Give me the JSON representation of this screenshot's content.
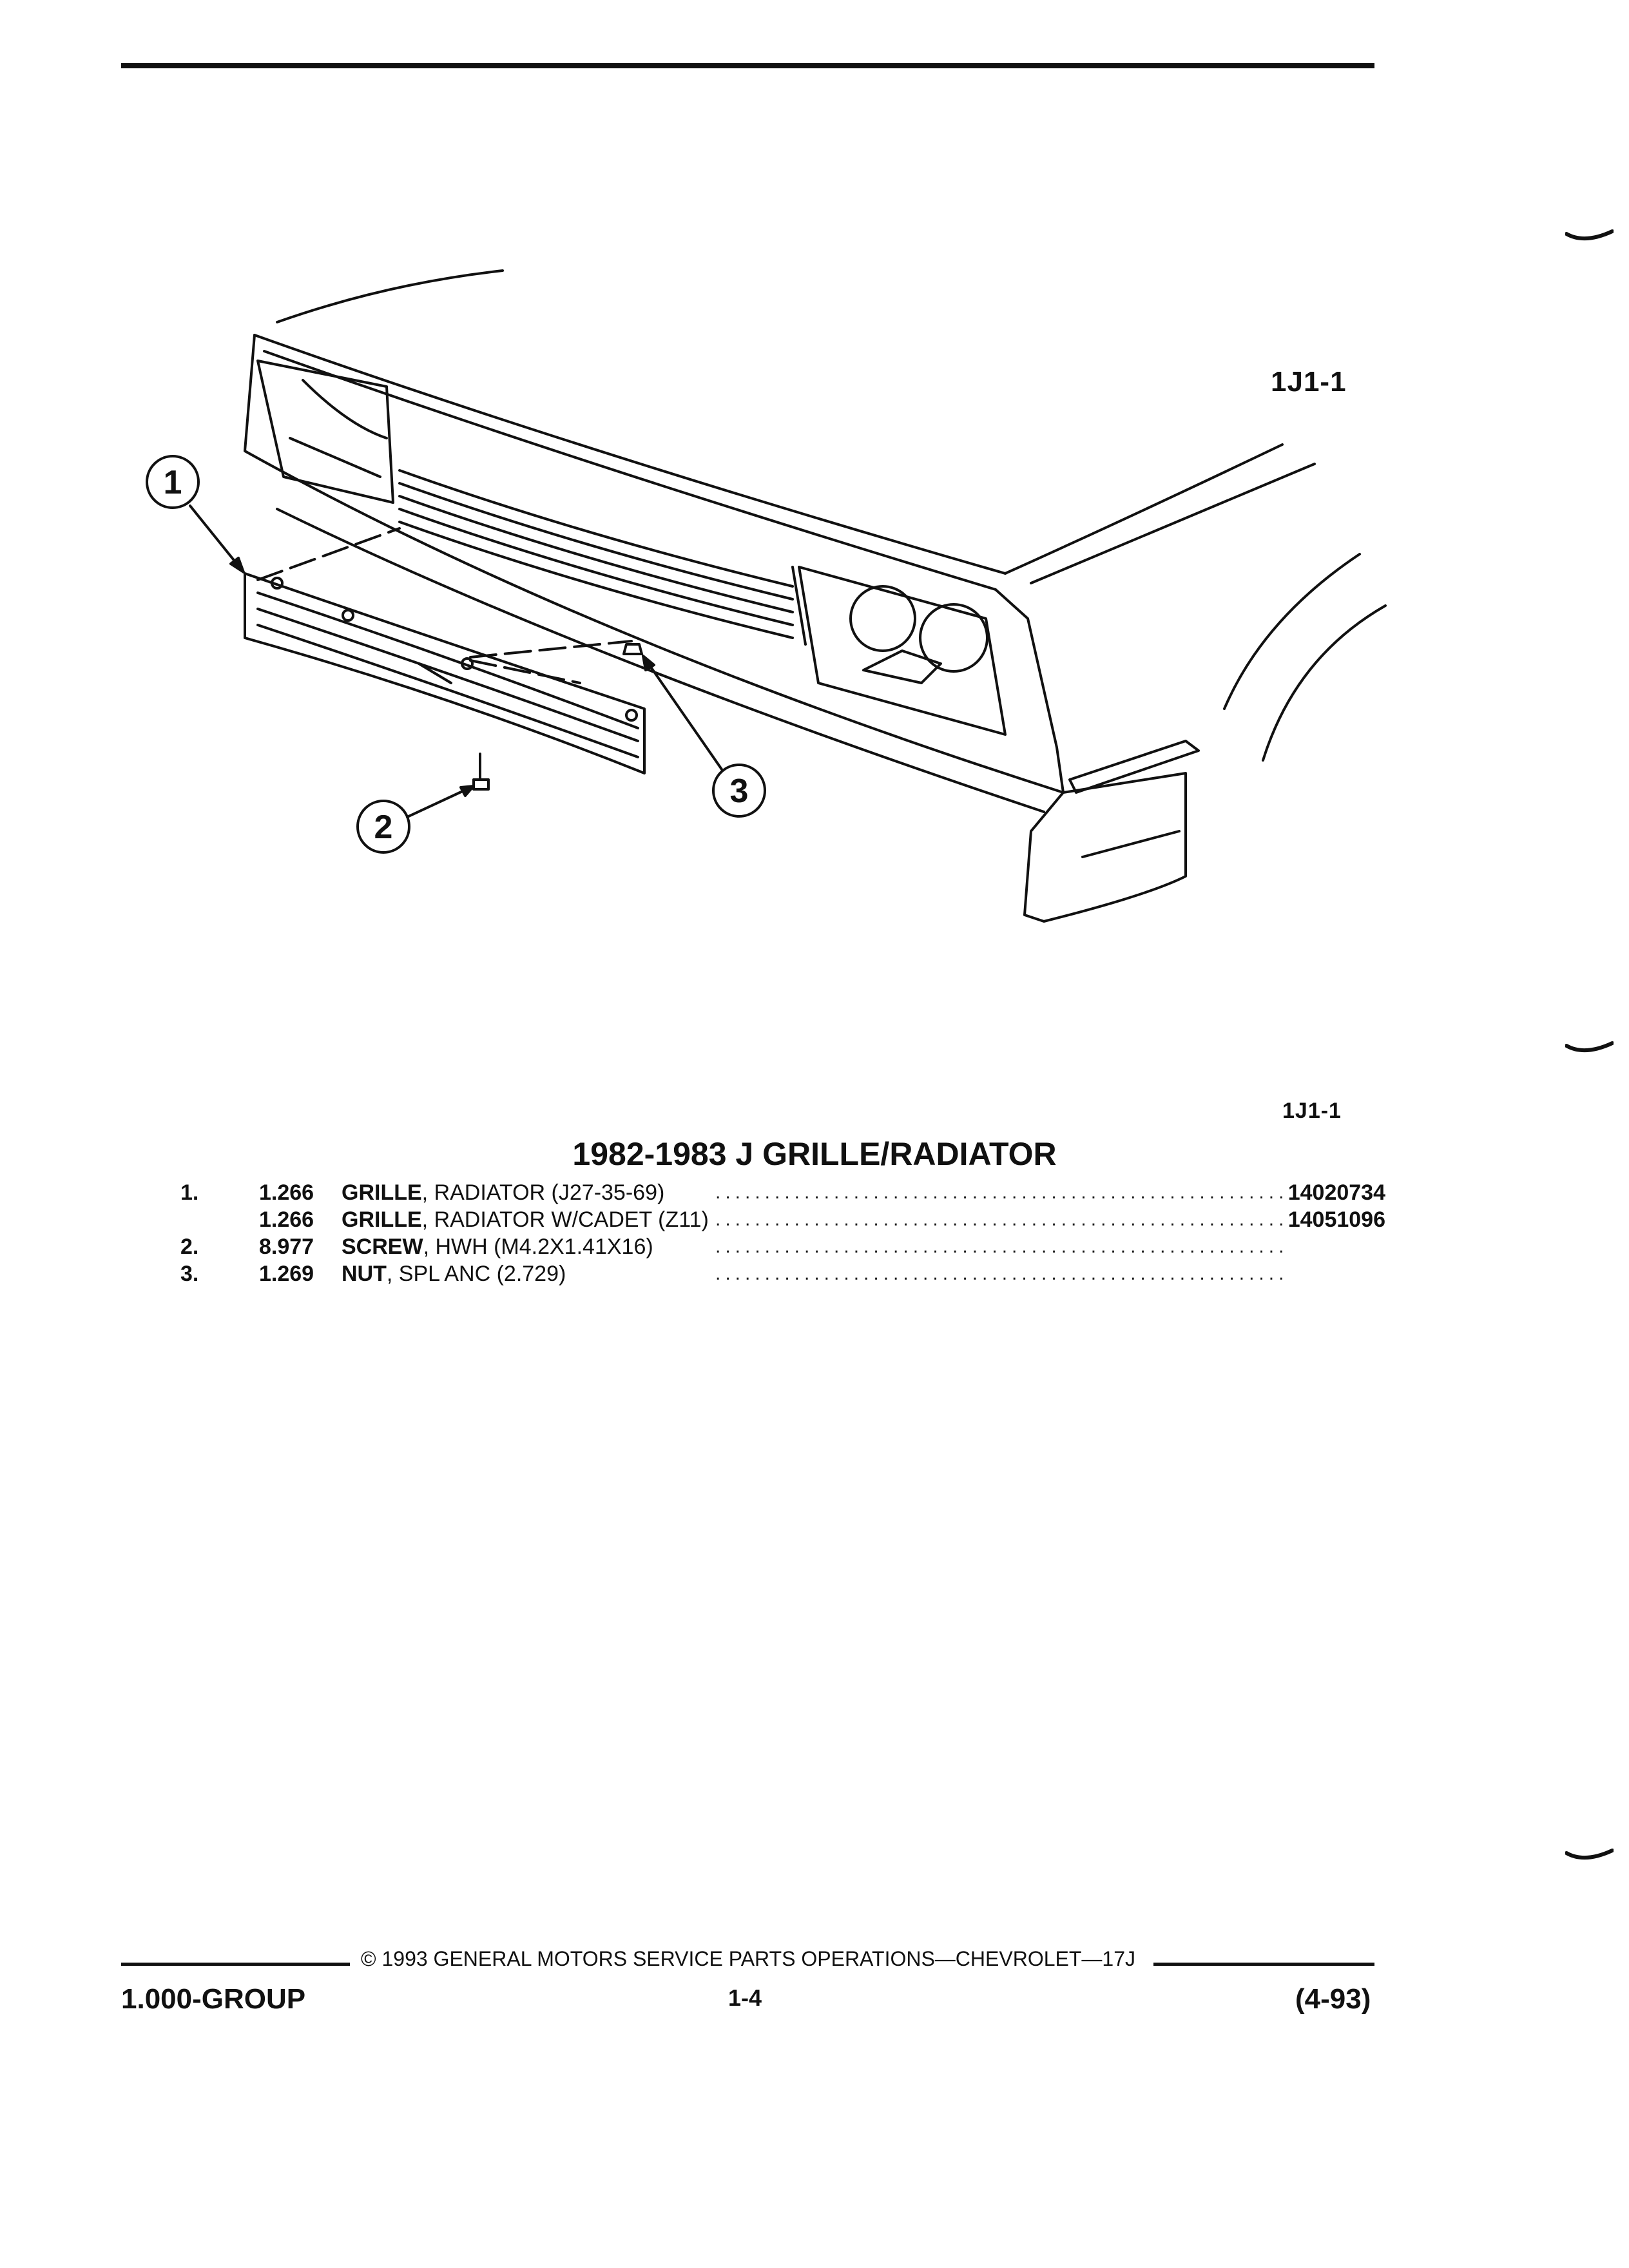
{
  "figure": {
    "label_top": "1J1-1",
    "label_bottom": "1J1-1",
    "callouts": [
      "1",
      "2",
      "3"
    ]
  },
  "title": "1982-1983 J GRILLE/RADIATOR",
  "parts": [
    {
      "item": "1.",
      "code": "1.266",
      "name": "GRILLE",
      "spec": ", RADIATOR (J27-35-69)",
      "part_number": "14020734"
    },
    {
      "item": "",
      "code": "1.266",
      "name": "GRILLE",
      "spec": ", RADIATOR W/CADET (Z11)",
      "part_number": "14051096"
    },
    {
      "item": "2.",
      "code": "8.977",
      "name": "SCREW",
      "spec": ", HWH (M4.2X1.41X16)",
      "part_number": ""
    },
    {
      "item": "3.",
      "code": "1.269",
      "name": "NUT",
      "spec": ", SPL ANC (2.729)",
      "part_number": ""
    }
  ],
  "footer": {
    "copyright": "© 1993 GENERAL MOTORS SERVICE PARTS OPERATIONS—CHEVROLET—17J",
    "group": "1.000-GROUP",
    "page": "1-4",
    "date": "(4-93)"
  }
}
